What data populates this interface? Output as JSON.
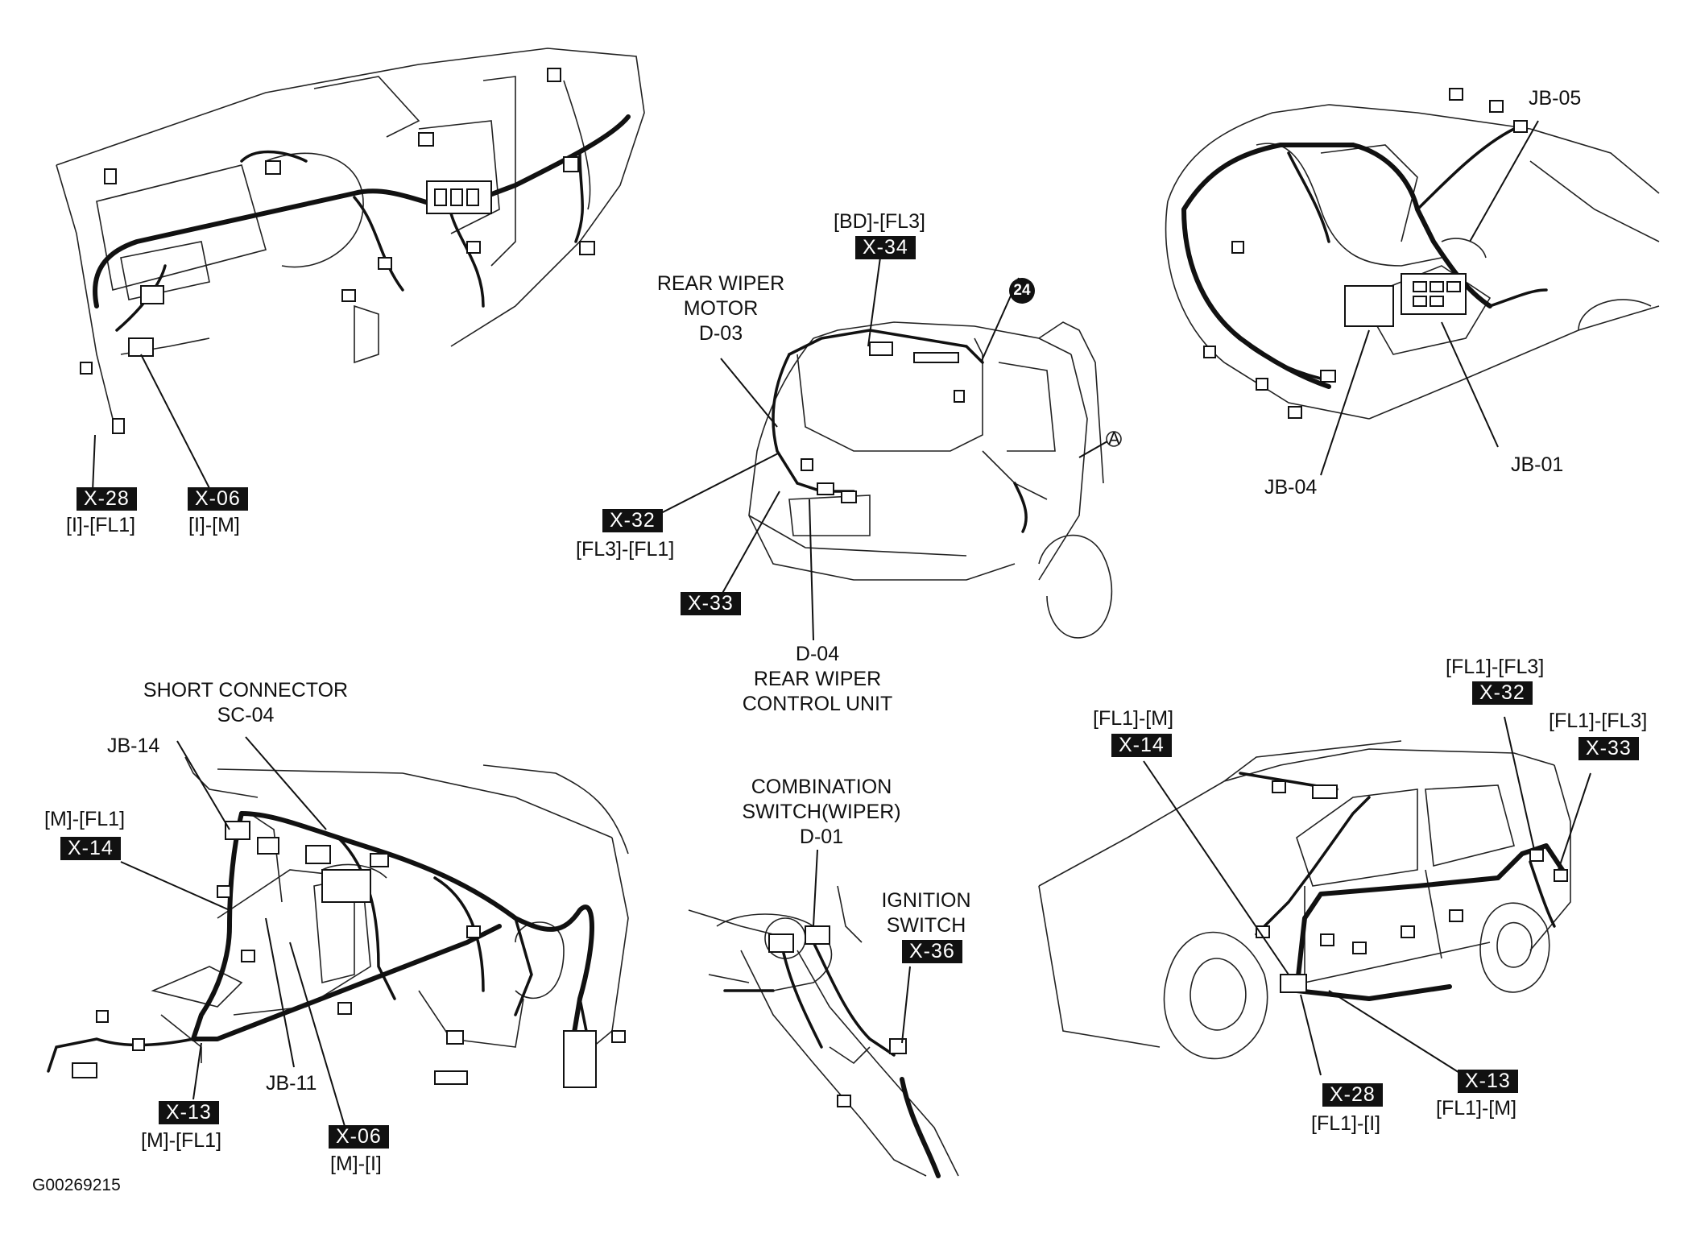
{
  "figure_id": "G00269215",
  "panels": {
    "dashboard_top_left": {
      "connectors": [
        {
          "tag": "X-28",
          "sub": "[I]-[FL1]"
        },
        {
          "tag": "X-06",
          "sub": "[I]-[M]"
        }
      ]
    },
    "rear_liftgate": {
      "rear_wiper_motor": {
        "line1": "REAR WIPER",
        "line2": "MOTOR",
        "line3": "D-03"
      },
      "connector_x34": {
        "sub": "[BD]-[FL3]",
        "tag": "X-34"
      },
      "ground_point": "24",
      "connector_x32": {
        "tag": "X-32",
        "sub": "[FL3]-[FL1]"
      },
      "connector_x33": {
        "tag": "X-33"
      },
      "rear_wiper_control": {
        "line1": "D-04",
        "line2": "REAR WIPER",
        "line3": "CONTROL UNIT"
      },
      "detail_ref": "A"
    },
    "engine_bay": {
      "jb05": "JB-05",
      "jb04": "JB-04",
      "jb01": "JB-01"
    },
    "dashboard_bottom_left": {
      "short_connector": {
        "line1": "SHORT CONNECTOR",
        "line2": "SC-04"
      },
      "jb14": "JB-14",
      "connector_x14": {
        "sub": "[M]-[FL1]",
        "tag": "X-14"
      },
      "jb11": "JB-11",
      "connector_x13": {
        "tag": "X-13",
        "sub": "[M]-[FL1]"
      },
      "connector_x06": {
        "tag": "X-06",
        "sub": "[M]-[I]"
      }
    },
    "steering_column": {
      "combination_switch": {
        "line1": "COMBINATION",
        "line2": "SWITCH(WIPER)",
        "line3": "D-01"
      },
      "ignition_switch": {
        "line1": "IGNITION",
        "line2": "SWITCH",
        "tag": "X-36"
      }
    },
    "vehicle_side": {
      "connector_x14": {
        "sub": "[FL1]-[M]",
        "tag": "X-14"
      },
      "connector_x32": {
        "sub": "[FL1]-[FL3]",
        "tag": "X-32"
      },
      "connector_x33": {
        "sub": "[FL1]-[FL3]",
        "tag": "X-33"
      },
      "connector_x28": {
        "tag": "X-28",
        "sub": "[FL1]-[I]"
      },
      "connector_x13": {
        "tag": "X-13",
        "sub": "[FL1]-[M]"
      }
    }
  }
}
